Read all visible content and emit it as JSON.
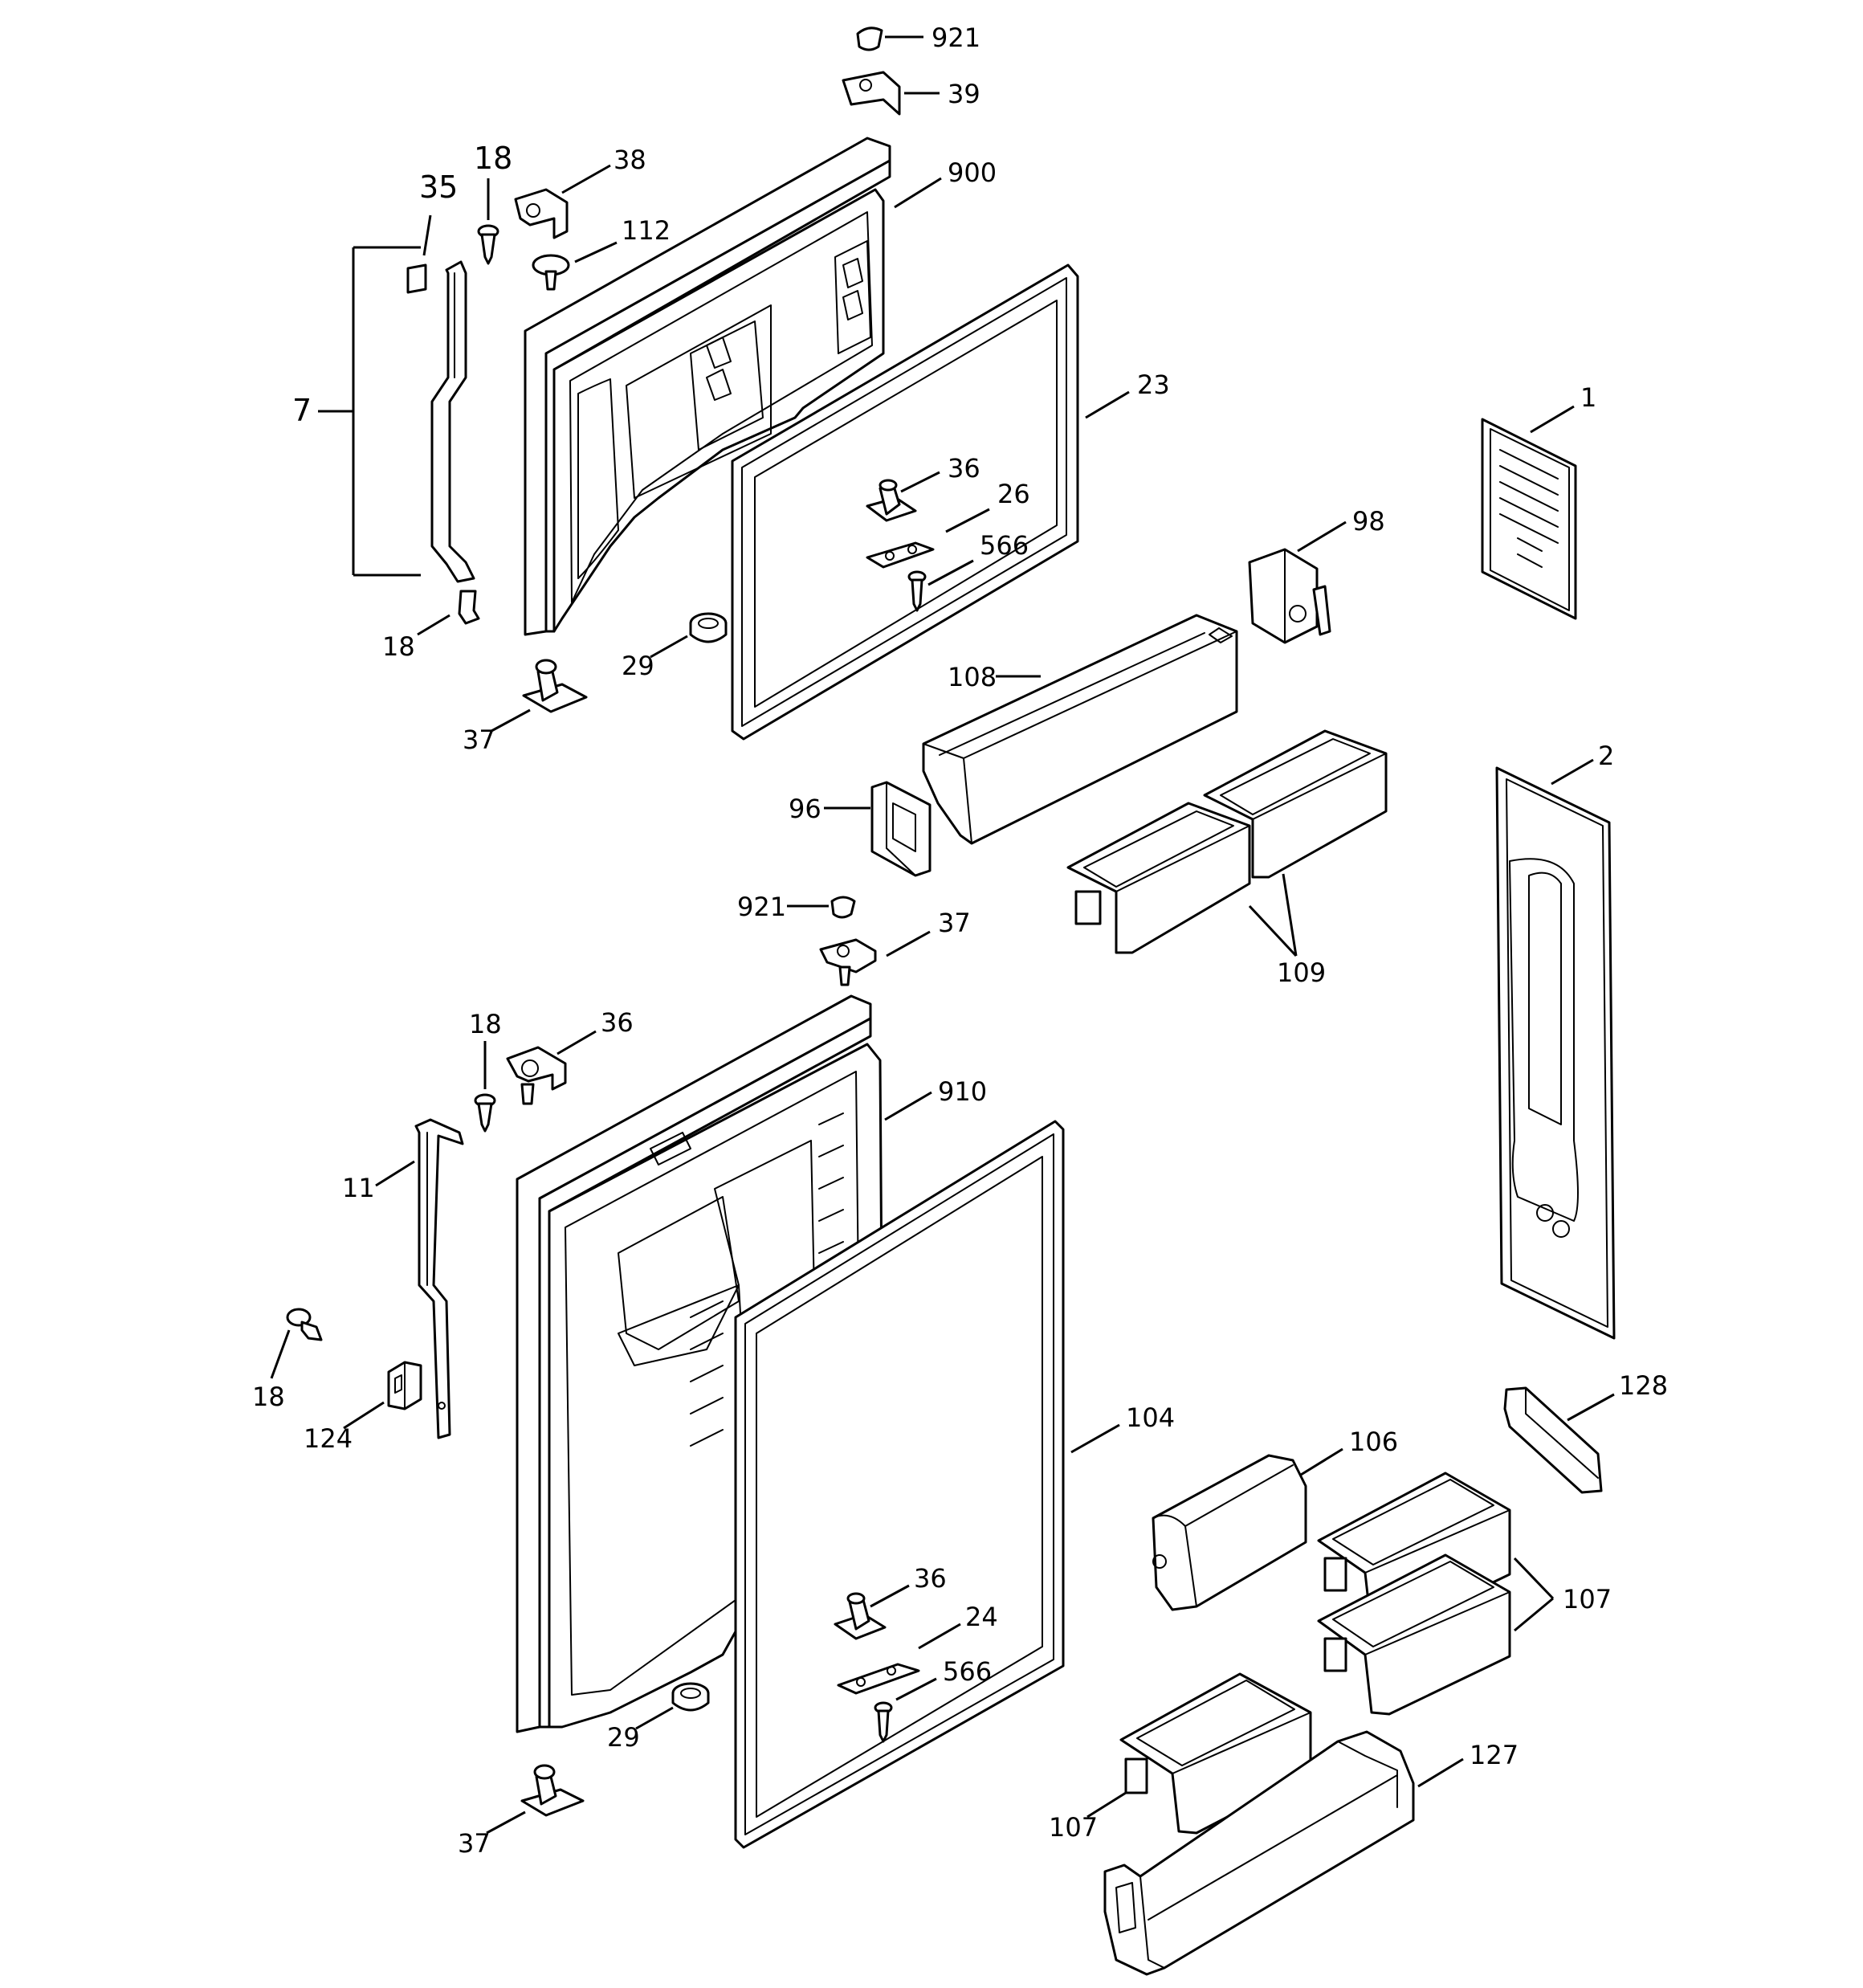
{
  "callouts": {
    "c921_top": "921",
    "c39": "39",
    "c38": "38",
    "c900": "900",
    "c18_a": "18",
    "c35": "35",
    "c112": "112",
    "c7": "7",
    "c23": "23",
    "c1": "1",
    "c36_a": "36",
    "c26": "26",
    "c566_a": "566",
    "c98": "98",
    "c18_b": "18",
    "c29_a": "29",
    "c37_a": "37",
    "c108": "108",
    "c2": "2",
    "c96": "96",
    "c921_b": "921",
    "c37_b": "37",
    "c109": "109",
    "c18_c": "18",
    "c36_b": "36",
    "c910": "910",
    "c11": "11",
    "c18_d": "18",
    "c124": "124",
    "c104": "104",
    "c128": "128",
    "c106": "106",
    "c107_a": "107",
    "c36_c": "36",
    "c24": "24",
    "c566_b": "566",
    "c29_b": "29",
    "c37_c": "37",
    "c107_b": "107",
    "c127": "127"
  }
}
